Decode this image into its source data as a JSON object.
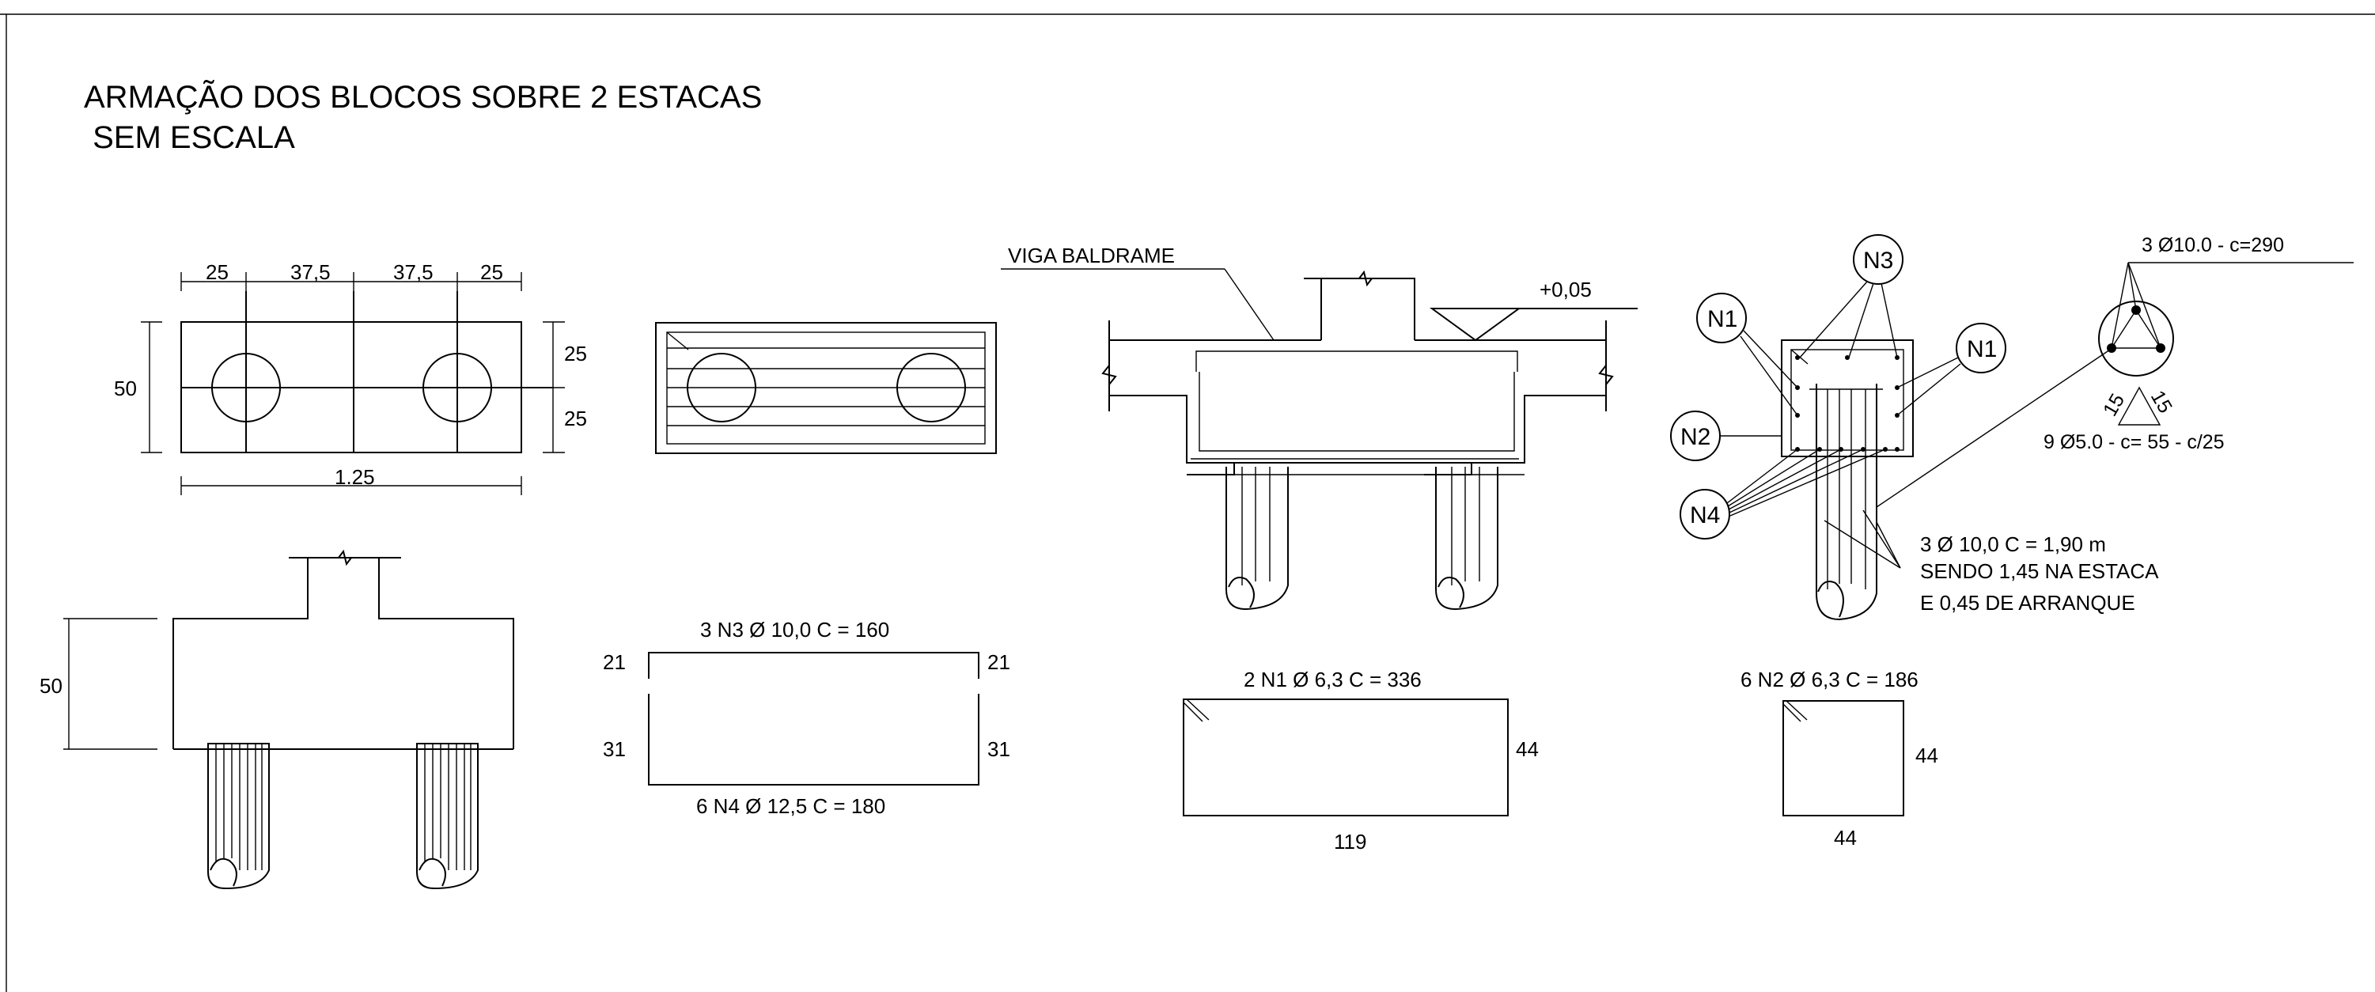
{
  "drawing": {
    "title": "ARMAÇÃO DOS BLOCOS SOBRE 2 ESTACAS",
    "scale_note": " SEM ESCALA"
  },
  "plan_view": {
    "dim_top": [
      "25",
      "37,5",
      "37,5",
      "25"
    ],
    "dim_left": "50",
    "dim_right": [
      "25",
      "25"
    ],
    "dim_bottom": "1.25"
  },
  "elevation": {
    "dim_height": "50"
  },
  "section": {
    "beam_label": "VIGA BALDRAME",
    "level_label": "+0,05"
  },
  "bars": {
    "n3_n4": {
      "top_label": "3 N3 Ø 10,0 C = 160",
      "bottom_label": "6 N4 Ø 12,5 C = 180",
      "left_top": "21",
      "right_top": "21",
      "left_bottom": "31",
      "right_bottom": "31"
    },
    "n1": {
      "label": "2 N1 Ø 6,3 C = 336",
      "height": "44",
      "width": "119"
    },
    "n2": {
      "label": "6 N2 Ø 6,3 C = 186",
      "height": "44",
      "width": "44"
    }
  },
  "detail": {
    "tags": [
      "N3",
      "N1",
      "N1",
      "N2",
      "N4"
    ],
    "pile_bars_label": "3 Ø10.0 - c=290",
    "stirrup_label": "9 Ø5.0 - c= 55 - c/25",
    "triangle_dims": [
      "15",
      "15"
    ],
    "note_lines": [
      "3 Ø 10,0 C = 1,90 m",
      "SENDO 1,45 NA ESTACA",
      "E 0,45 DE ARRANQUE"
    ]
  }
}
